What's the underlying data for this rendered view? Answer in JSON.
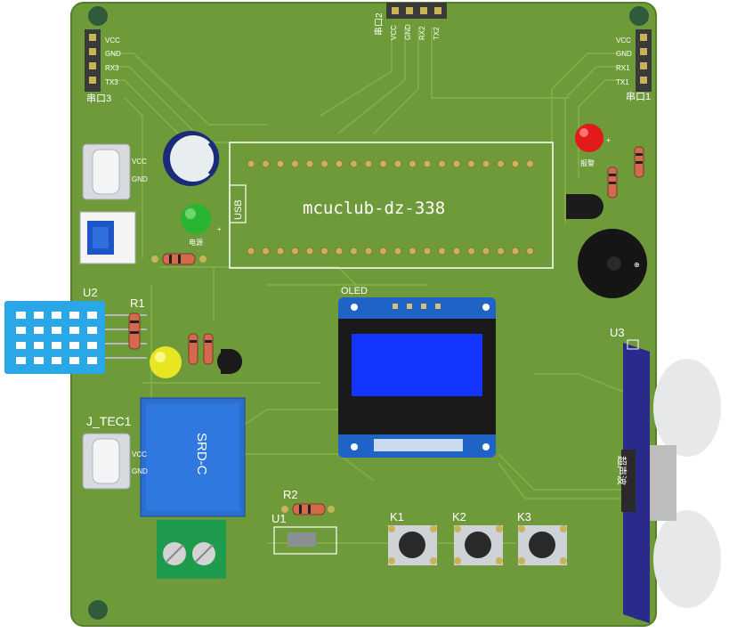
{
  "board": {
    "title": "mcuclub-dz-338",
    "colors": {
      "pcb": "#6f9a3a",
      "pcb_edge": "#5e8830",
      "trace": "#86b24c",
      "silk": "#ffffff"
    }
  },
  "labels": {
    "u2": "U2",
    "r1": "R1",
    "u3": "U3",
    "j_tec1": "J_TEC1",
    "r2": "R2",
    "u1": "U1",
    "k1": "K1",
    "k2": "K2",
    "k3": "K3",
    "oled": "OLED",
    "usb": "USB",
    "relay": "SRD-C",
    "port3": "串口3",
    "port2": "串口2",
    "port1": "串口1",
    "ultrasonic": "超声波",
    "led_red": "报警",
    "led_green": "电源"
  },
  "pins": {
    "port3": [
      "VCC",
      "GND",
      "RX3",
      "TX3"
    ],
    "port2": [
      "VCC",
      "GND",
      "RX2",
      "TX2"
    ],
    "port1": [
      "VCC",
      "GND",
      "RX1",
      "TX1"
    ],
    "usb_power": [
      "VCC",
      "GND"
    ],
    "tec": [
      "VCC",
      "GND"
    ]
  },
  "icons": [
    "capacitor-icon",
    "buzzer-icon",
    "button-icon",
    "ultrasonic-sensor-icon",
    "dht-sensor-icon"
  ]
}
